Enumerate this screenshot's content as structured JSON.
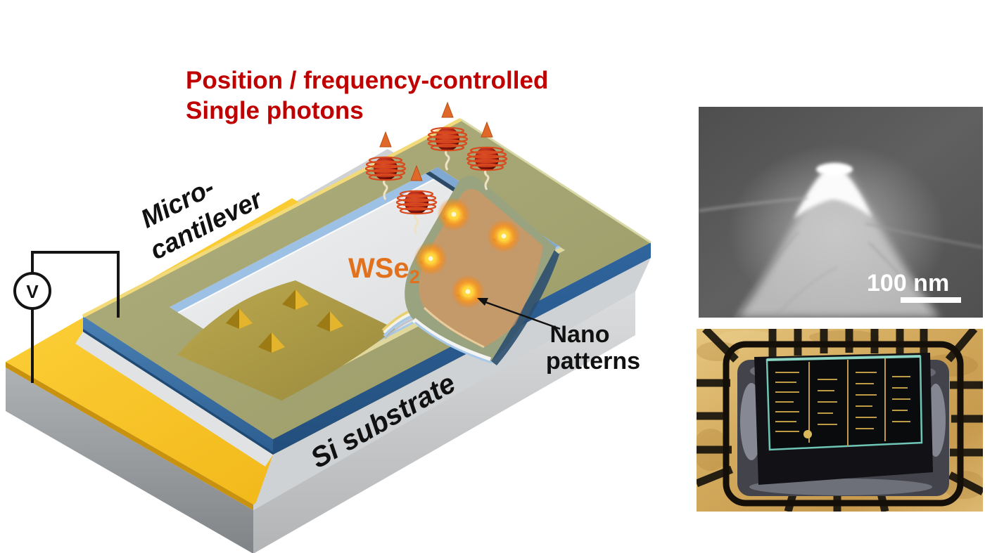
{
  "figure": {
    "title": {
      "line1": "Position / frequency-controlled",
      "line2": "Single photons",
      "color": "#C00000"
    },
    "schematic": {
      "labels": {
        "cantilever_line1": "Micro-",
        "cantilever_line2": "cantilever",
        "material": "WSe",
        "material_subscript": "2",
        "nanopatterns_line1": "Nano",
        "nanopatterns_line2": "patterns",
        "substrate": "Si substrate",
        "voltage_source": "V"
      },
      "elements": {
        "photon_icons": 4,
        "glowing_emitters_on_flake": 4,
        "gold_pyramids_on_lower_pad": 4
      },
      "colors": {
        "cantilever_top_olive": "#A8A873",
        "chip_side_blue": "#2E6095",
        "gold_electrode": "#F7C325",
        "substrate_gray": "#CED2D5",
        "wse2_flake": "#DE9460",
        "material_label_orange": "#E2711D",
        "emitter_glow": "#FFA500",
        "photon_red": "#A81E12"
      }
    },
    "sem_panel": {
      "scale_bar_label": "100 nm"
    }
  }
}
